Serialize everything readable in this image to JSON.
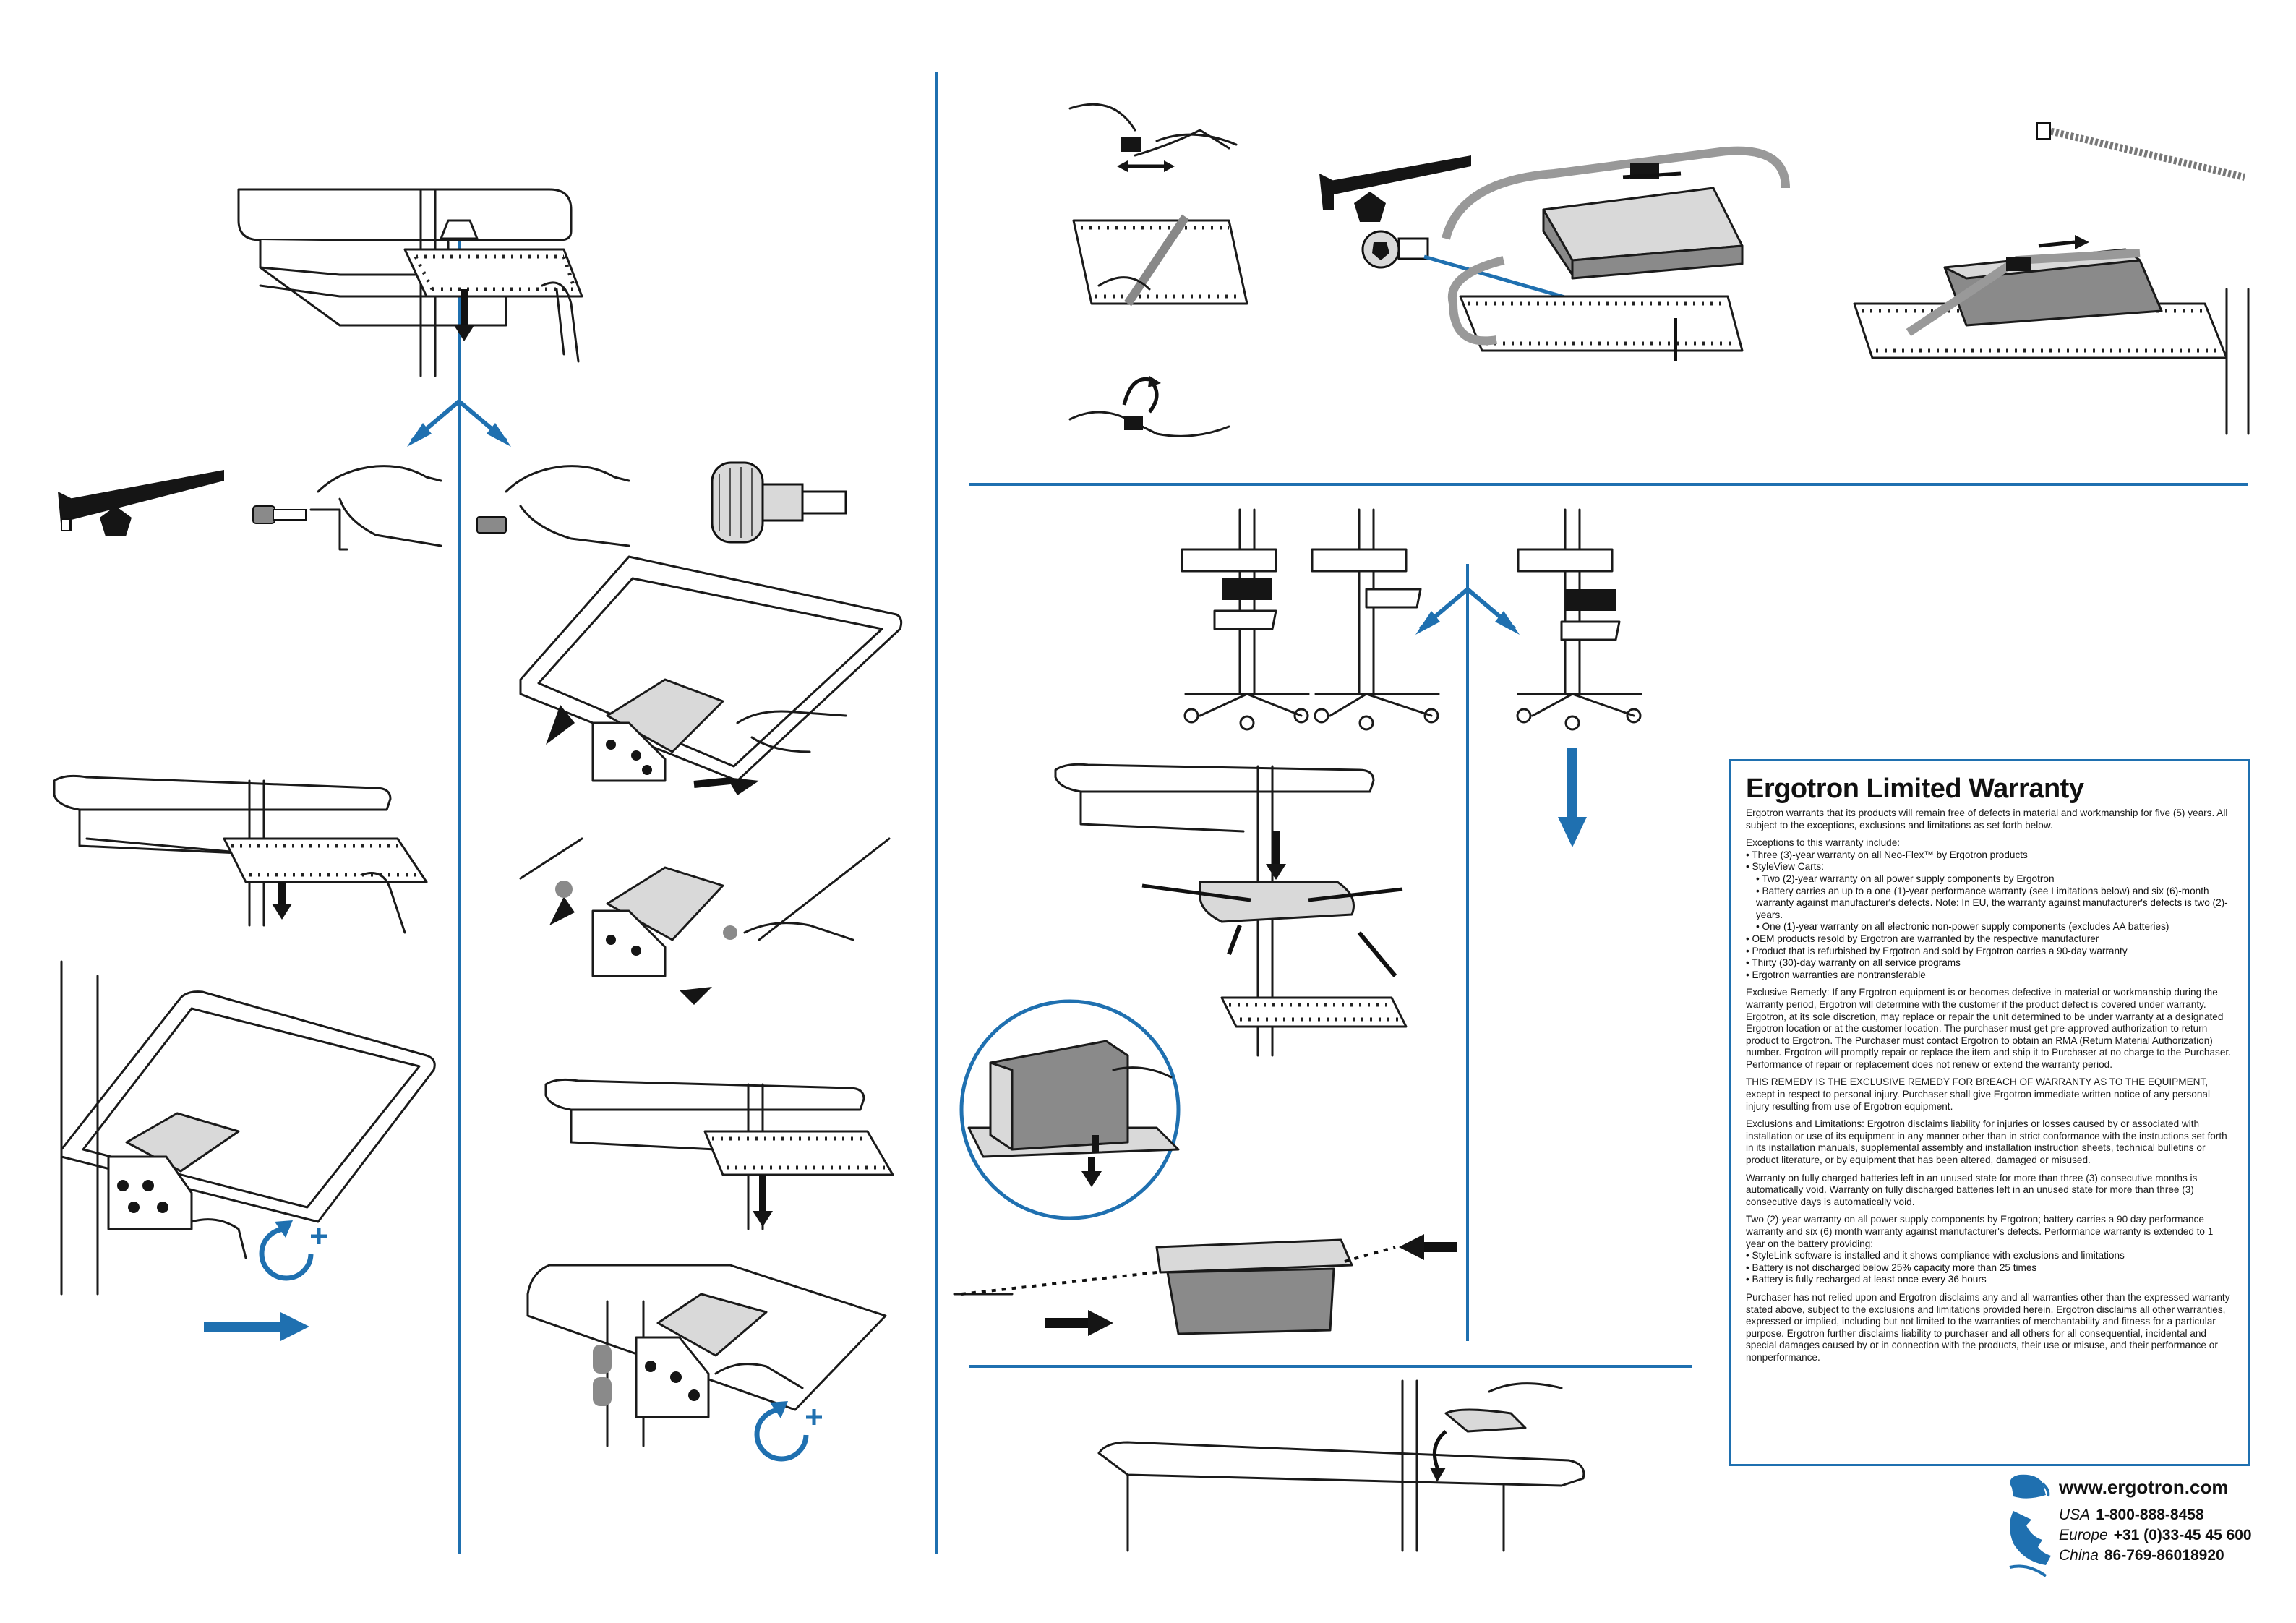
{
  "warranty": {
    "title": "Ergotron Limited Warranty",
    "intro": "Ergotron warrants that its products will remain free of defects in material and workmanship for five (5) years. All subject to the exceptions, exclusions and limitations as set forth below.",
    "exceptions_heading": "Exceptions to this warranty include:",
    "exceptions": [
      {
        "text": "• Three (3)-year warranty on all Neo-Flex™ by Ergotron products",
        "sub": false
      },
      {
        "text": "• StyleView Carts:",
        "sub": false
      },
      {
        "text": "• Two (2)-year warranty on all power supply components by Ergotron",
        "sub": true
      },
      {
        "text": "• Battery carries an up to a one (1)-year performance warranty (see Limitations below) and six (6)-month warranty against manufacturer's defects. Note: In EU, the warranty against manufacturer's defects is two (2)-years.",
        "sub": true
      },
      {
        "text": "• One (1)-year warranty on all electronic non-power supply components (excludes AA batteries)",
        "sub": true
      },
      {
        "text": "• OEM products resold by Ergotron are warranted by the respective manufacturer",
        "sub": false
      },
      {
        "text": "• Product that is refurbished by Ergotron and sold by Ergotron carries a 90-day warranty",
        "sub": false
      },
      {
        "text": "• Thirty (30)-day warranty on all service programs",
        "sub": false
      },
      {
        "text": "• Ergotron warranties are nontransferable",
        "sub": false
      }
    ],
    "remedy": "Exclusive Remedy: If any Ergotron equipment is or becomes defective in material or workmanship during the warranty period, Ergotron will determine with the customer if the product defect is covered under warranty. Ergotron, at its sole discretion, may replace or repair the unit determined to be under warranty at a designated Ergotron location or at the customer location. The purchaser must get pre-approved authorization to return product to Ergotron. The Purchaser must contact Ergotron to obtain an RMA (Return Material Authorization) number. Ergotron will promptly repair or replace the item and ship it to Purchaser at no charge to the Purchaser. Performance of repair or replacement does not renew or extend the warranty period.",
    "exclusive": "THIS REMEDY IS THE EXCLUSIVE REMEDY FOR BREACH OF WARRANTY AS TO THE EQUIPMENT, except in respect to personal injury. Purchaser shall give Ergotron immediate written notice of any personal injury resulting from use of Ergotron equipment.",
    "exclusions": "Exclusions and Limitations: Ergotron disclaims liability for injuries or losses caused by or associated with installation or use of its equipment in any manner other than in strict conformance with the instructions set forth in its installation manuals, supplemental assembly and installation instruction sheets, technical bulletins or product literature, or by equipment that has been altered, damaged or misused.",
    "batteries": "Warranty on fully charged batteries left in an unused state for more than three (3) consecutive months is automatically void. Warranty on fully discharged batteries left in an unused state for more than three (3) consecutive days is automatically void.",
    "power_intro": "Two (2)-year warranty on all power supply components by Ergotron; battery carries a 90 day performance warranty and six (6) month warranty against manufacturer's defects. Performance warranty is extended to 1 year on the battery providing:",
    "power_conditions": [
      "• StyleLink software is installed and it shows compliance with exclusions and limitations",
      "• Battery is not discharged below 25% capacity more than 25 times",
      "• Battery is fully recharged at least once every 36 hours"
    ],
    "disclaimer": "Purchaser has not relied upon and Ergotron disclaims any and all warranties other than the expressed warranty stated above, subject to the exclusions and limitations provided herein. Ergotron disclaims all other warranties, expressed or implied, including but not limited to the warranties of merchantability and fitness for a particular purpose. Ergotron further disclaims liability to purchaser and all others for all consequential, incidental and special damages caused by or in connection with the products, their use or misuse, and their performance or nonperformance."
  },
  "contact": {
    "website": "www.ergotron.com",
    "phones": [
      {
        "region": "USA",
        "number": "1-800-888-8458"
      },
      {
        "region": "Europe",
        "number": "+31 (0)33-45 45 600"
      },
      {
        "region": "China",
        "number": "86-769-86018920"
      }
    ],
    "icons": [
      "mouse-icon",
      "phone-handset-icon"
    ]
  },
  "colors": {
    "accent": "#1f70b0",
    "ink": "#1a1a1a"
  },
  "icons": [
    "allen-key-icon",
    "pentagon-icon",
    "hex-screw-icon",
    "thumb-screw-icon",
    "rotate-clockwise-plus-icon",
    "cable-tie-icon"
  ]
}
